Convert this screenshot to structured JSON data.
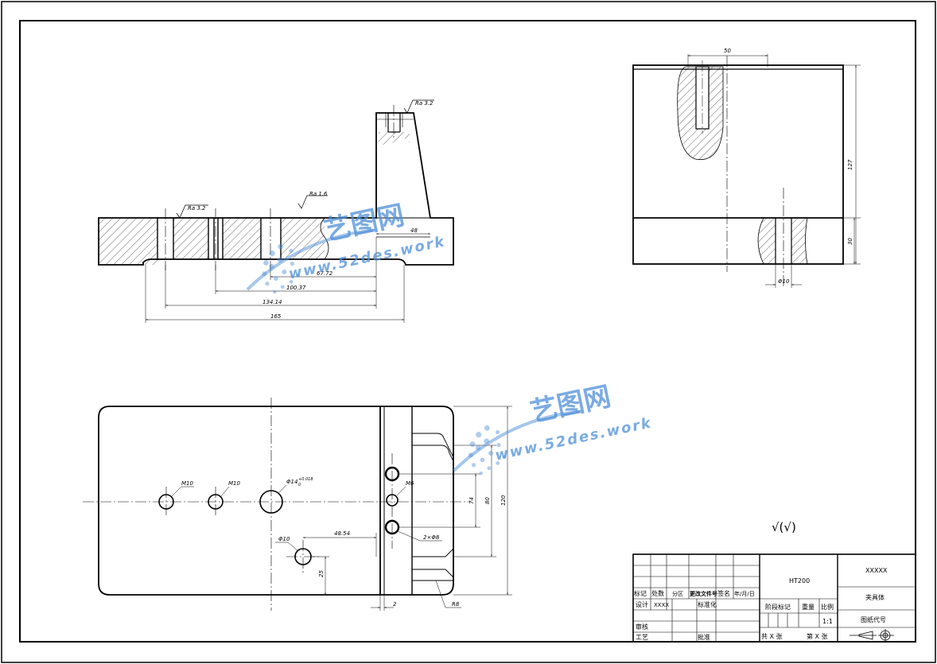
{
  "drawing": {
    "front_view": {
      "roughness": [
        "Ra 3.2",
        "Ra 3.2",
        "Ra 1.6"
      ],
      "dims": [
        "48",
        "67.72",
        "100.37",
        "134.14",
        "165"
      ]
    },
    "side_view": {
      "dims": [
        "50",
        "127",
        "30",
        "Φ10"
      ]
    },
    "top_view": {
      "hole_labels": [
        "M10",
        "M10",
        "Φ14",
        "+0.018",
        "0",
        "M6",
        "2×Φ8",
        "Φ10"
      ],
      "dims": [
        "48.54",
        "25",
        "74",
        "80",
        "120",
        "2",
        "R8"
      ]
    },
    "general_roughness": "√(√)"
  },
  "title_block": {
    "header_row": [
      "标记",
      "处数",
      "分区",
      "更改文件号",
      "签名",
      "年/月/日"
    ],
    "design_label": "设计",
    "design_value": "XXXX",
    "standardize_label": "标准化",
    "review_label": "审核",
    "process_label": "工艺",
    "approve_label": "批准",
    "material": "HT200",
    "stage_label": "阶段标记",
    "weight_label": "重量",
    "scale_label": "比例",
    "scale_value": "1:1",
    "sheets_total": "共 X 张",
    "sheet_number": "第 X 张",
    "company": "XXXXX",
    "part_name": "夹具体",
    "drawing_code_label": "图纸代号"
  },
  "watermark": {
    "brand": "艺图网",
    "url": "www.52des.work"
  }
}
